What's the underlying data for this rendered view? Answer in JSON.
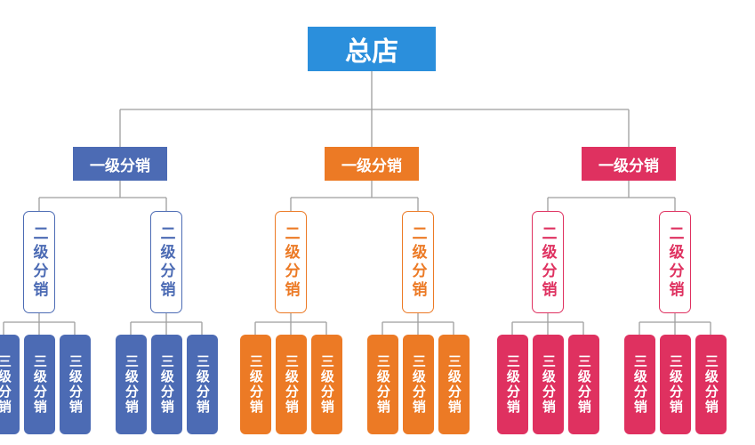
{
  "root": {
    "label": "总店",
    "color": "#2b8fdc"
  },
  "branches": [
    {
      "label": "一级分销",
      "color": "#4c6bb4",
      "children": [
        {
          "label": "二级分销",
          "children": [
            "三级分销",
            "三级分销",
            "三级分销"
          ]
        },
        {
          "label": "二级分销",
          "children": [
            "三级分销",
            "三级分销",
            "三级分销"
          ]
        }
      ]
    },
    {
      "label": "一级分销",
      "color": "#ec7a25",
      "children": [
        {
          "label": "二级分销",
          "children": [
            "三级分销",
            "三级分销",
            "三级分销"
          ]
        },
        {
          "label": "二级分销",
          "children": [
            "三级分销",
            "三级分销",
            "三级分销"
          ]
        }
      ]
    },
    {
      "label": "一级分销",
      "color": "#df3160",
      "children": [
        {
          "label": "二级分销",
          "children": [
            "三级分销",
            "三级分销",
            "三级分销"
          ]
        },
        {
          "label": "二级分销",
          "children": [
            "三级分销",
            "三级分销",
            "三级分销"
          ]
        }
      ]
    }
  ],
  "connector_color": "#9e9e9e"
}
